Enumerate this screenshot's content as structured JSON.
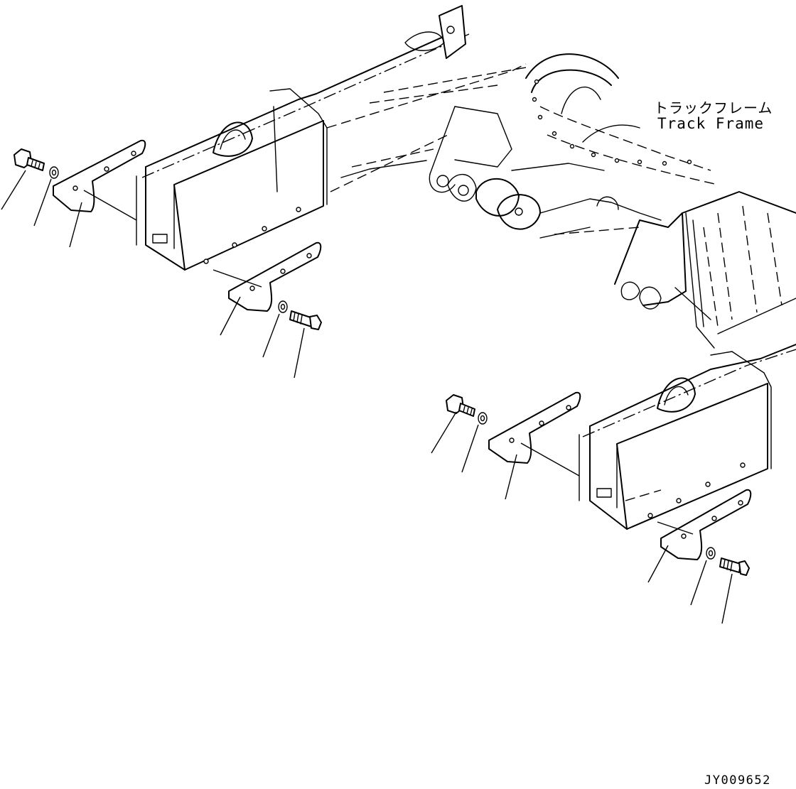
{
  "labels": {
    "track_frame_jp": "トラックフレーム",
    "track_frame_en": "Track Frame"
  },
  "drawing_id": "JY009652",
  "colors": {
    "ink": "#000000",
    "paper": "#ffffff"
  }
}
